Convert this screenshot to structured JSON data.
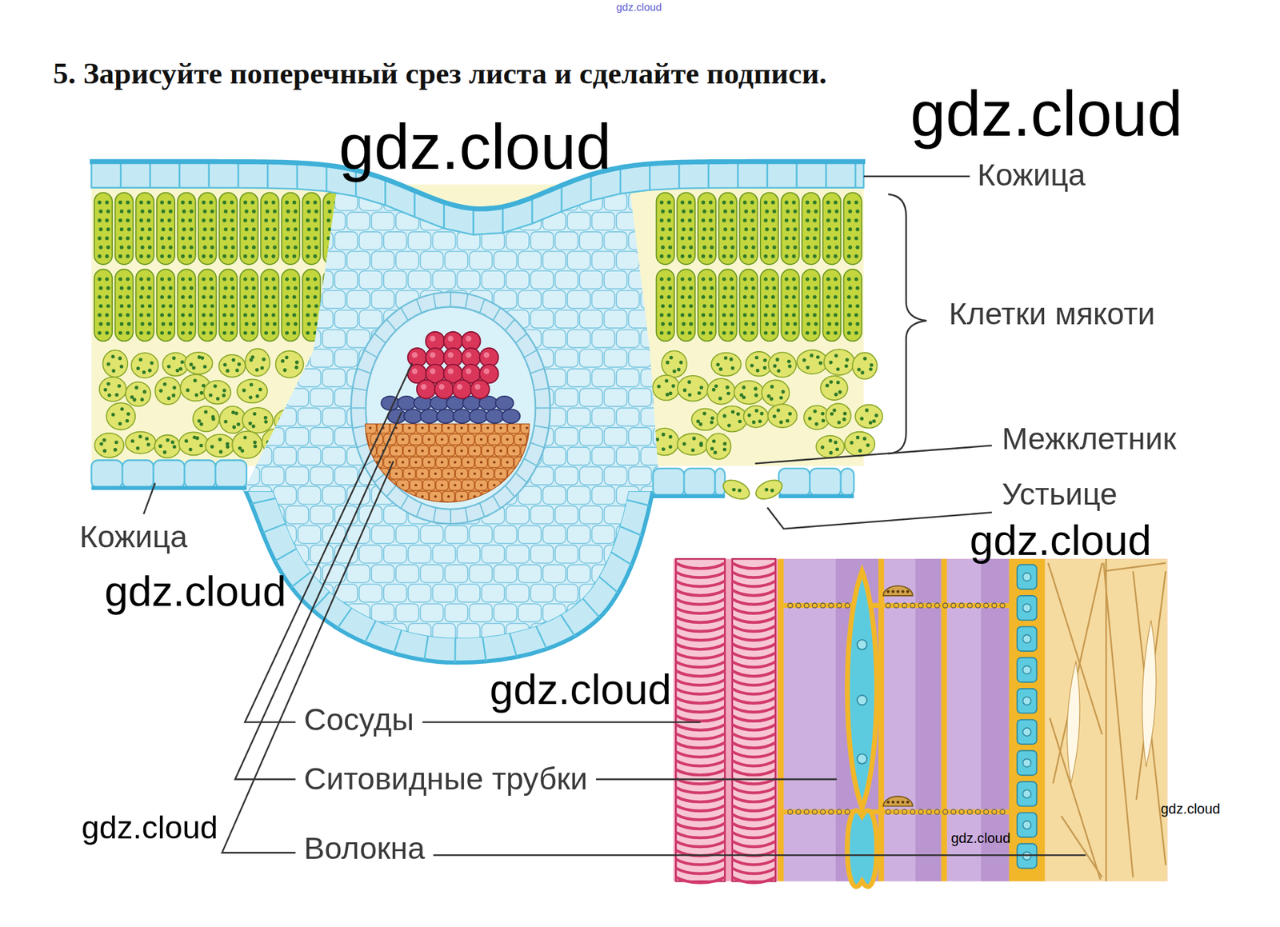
{
  "diagram": {
    "title": "5. Зарисуйте поперечный срез листа и сделайте подписи.",
    "labels": [
      "gdz.cloud",
      "gdz.cloud",
      "gdz.cloud",
      "Кожица",
      "Клетки мякоти",
      "Межклетник",
      "Устьице",
      "gdz.cloud",
      "Кожица",
      "gdz.cloud",
      "gdz.cloud",
      "Сосуды",
      "Ситовидные трубки",
      "gdz.cloud",
      "gdz.cloud",
      "gdz.cloud",
      "Волокна"
    ]
  }
}
